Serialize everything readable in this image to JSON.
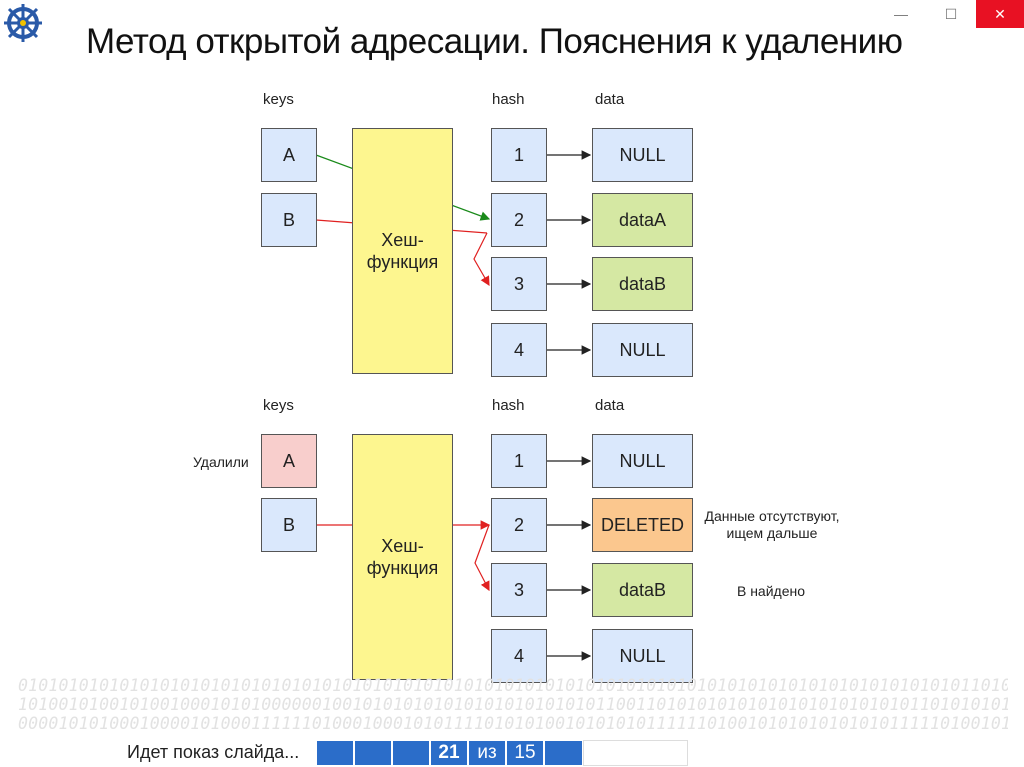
{
  "slide": {
    "title": "Метод открытой адресации. Пояснения к удалению"
  },
  "window": {
    "minimize": "—",
    "maximize": "☐",
    "close": "✕"
  },
  "top": {
    "headers": {
      "keys": "keys",
      "hash": "hash",
      "data": "data"
    },
    "keys": [
      "A",
      "B"
    ],
    "hash_function": "Хеш-\nфункция",
    "hash": [
      "1",
      "2",
      "3",
      "4"
    ],
    "data": [
      "NULL",
      "dataA",
      "dataB",
      "NULL"
    ]
  },
  "bottom": {
    "headers": {
      "keys": "keys",
      "hash": "hash",
      "data": "data"
    },
    "deleted_label": "Удалили",
    "keys": [
      "A",
      "B"
    ],
    "hash_function": "Хеш-\nфункция",
    "hash": [
      "1",
      "2",
      "3",
      "4"
    ],
    "data": [
      "NULL",
      "DELETED",
      "dataB",
      "NULL"
    ],
    "note_deleted": "Данные отсутствуют,\nищем дальше",
    "note_found": "B найдено"
  },
  "colors": {
    "key_fill": "#dae8fc",
    "deleted_key_fill": "#f8cecc",
    "hash_function_fill": "#fdf68f",
    "data_green": "#d5e8a3",
    "data_orange": "#fbc78e",
    "arrow_green": "#1a8a1a",
    "arrow_red": "#e02020",
    "nav_blue": "#2b6dc9"
  },
  "footer": {
    "binary": [
      "0101010101010101010101010101010101010101010101010101010101010101010101010101010101010101010101101010",
      "1010010100101001000101010000001001010101010101010101010101100110101010101010101010101010110101010110",
      "0000101010001000010100011111101000100010101111010101001010101011111101001010101010101011111010010101"
    ],
    "status": "Идет показ слайда...",
    "current_page": "21",
    "of": "из",
    "total_pages": "15"
  }
}
